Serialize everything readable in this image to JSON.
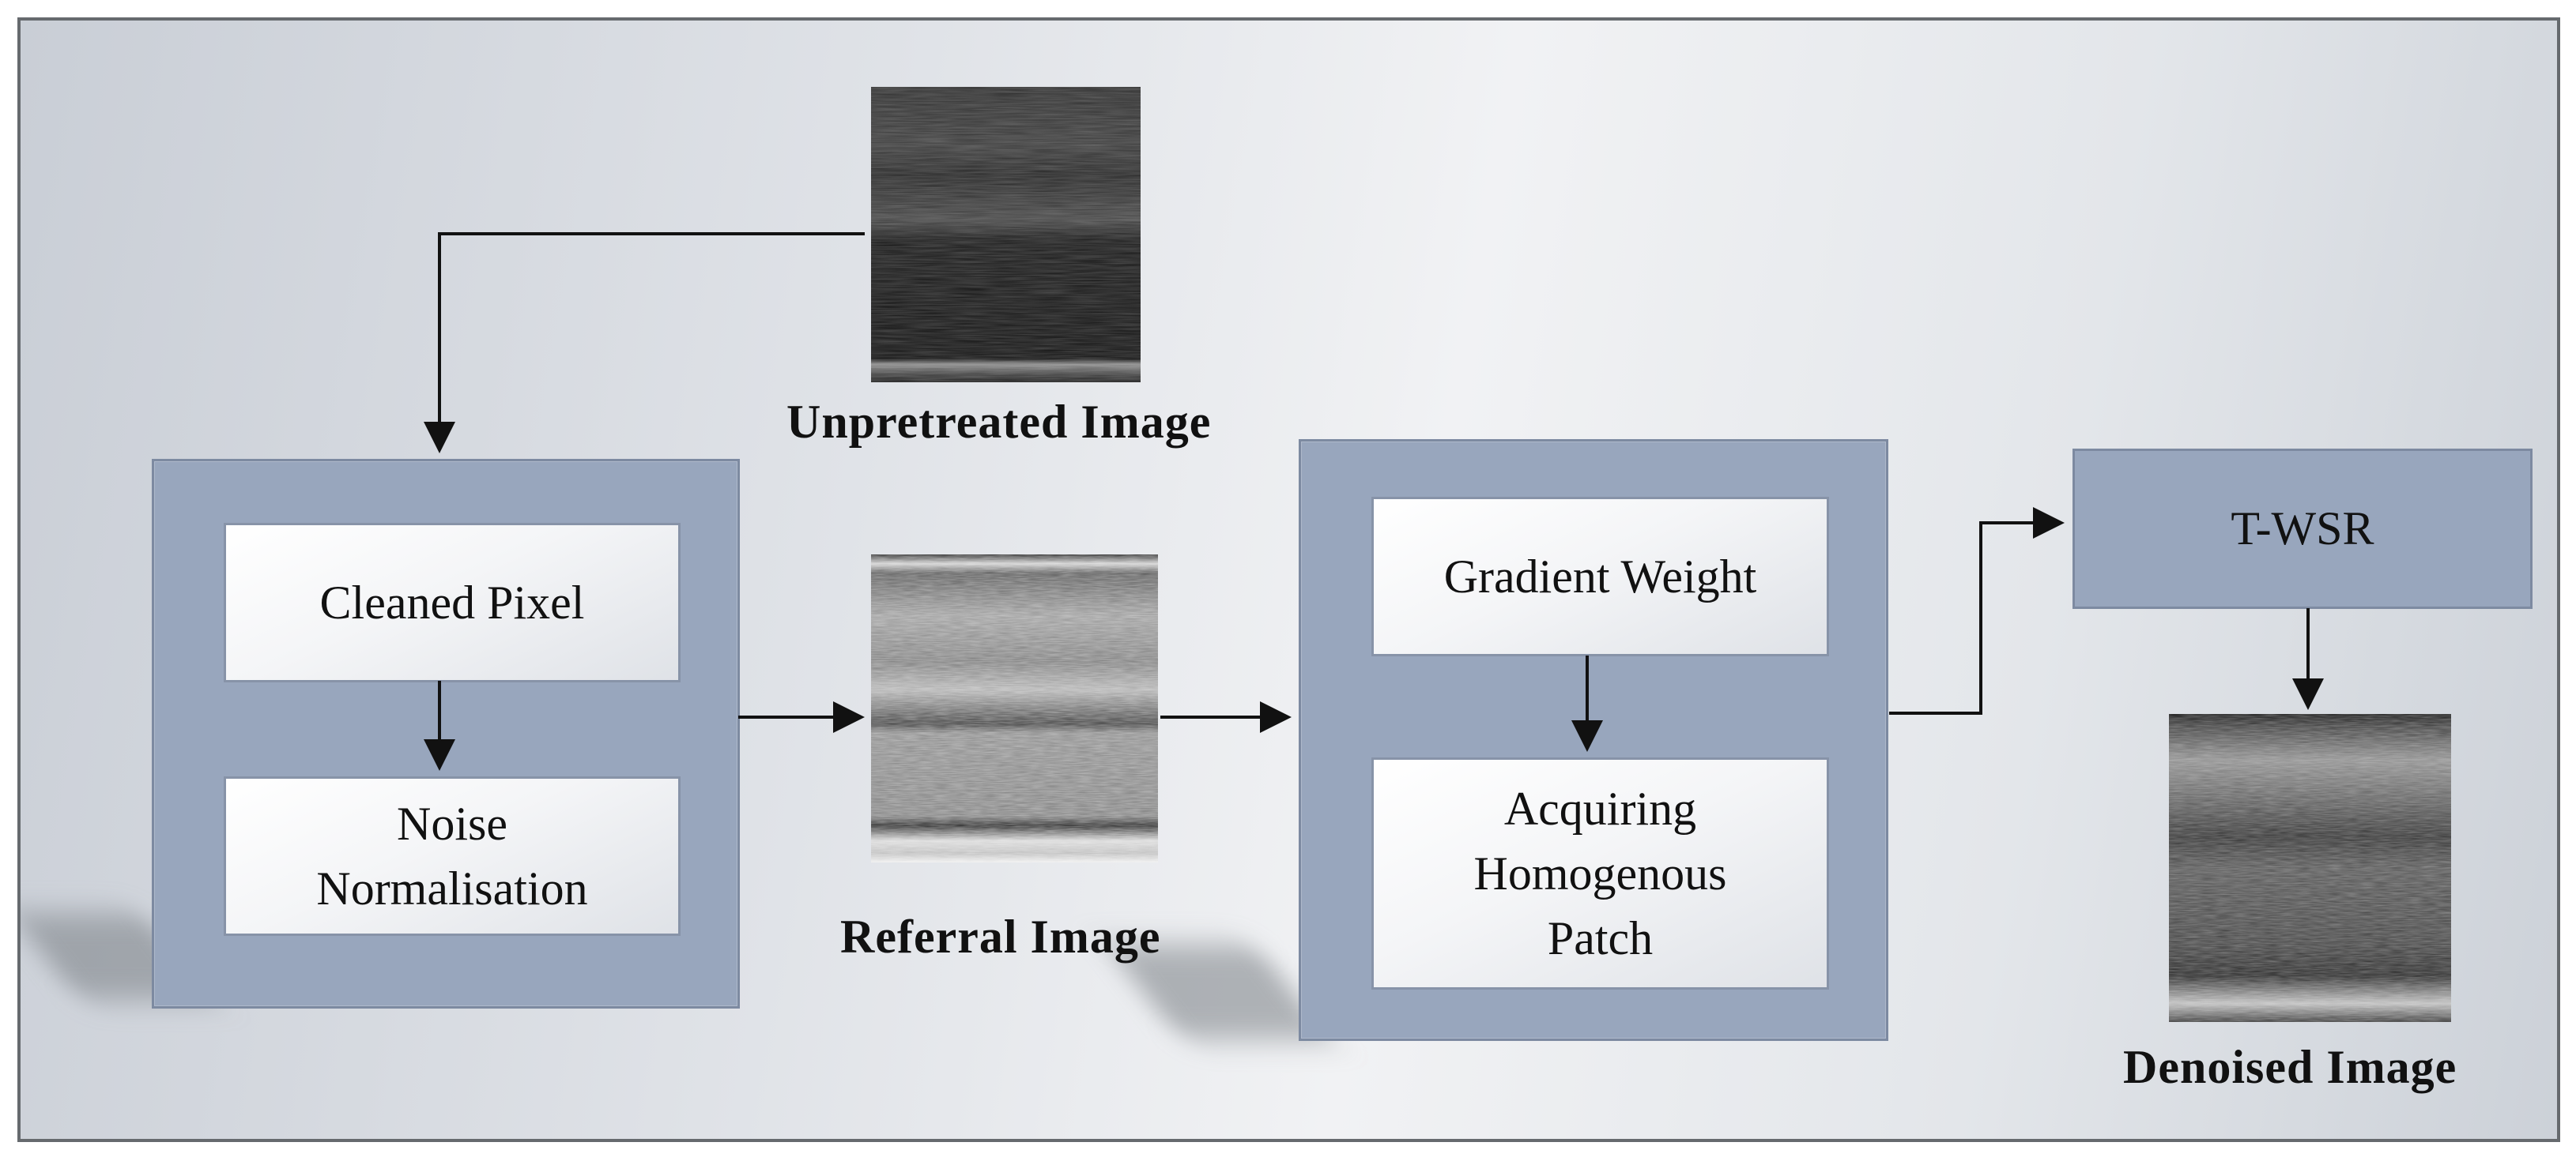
{
  "images": {
    "unpretreated": {
      "caption": "Unpretreated Image"
    },
    "referral": {
      "caption": "Referral Image"
    },
    "denoised": {
      "caption": "Denoised Image"
    }
  },
  "preprocess": {
    "cleaned_pixel": "Cleaned Pixel",
    "noise_normalisation": "Noise\nNormalisation"
  },
  "patch": {
    "gradient_weight": "Gradient Weight",
    "acquiring_patch": "Acquiring\nHomogenous\nPatch"
  },
  "twsr": {
    "label": "T-WSR"
  }
}
